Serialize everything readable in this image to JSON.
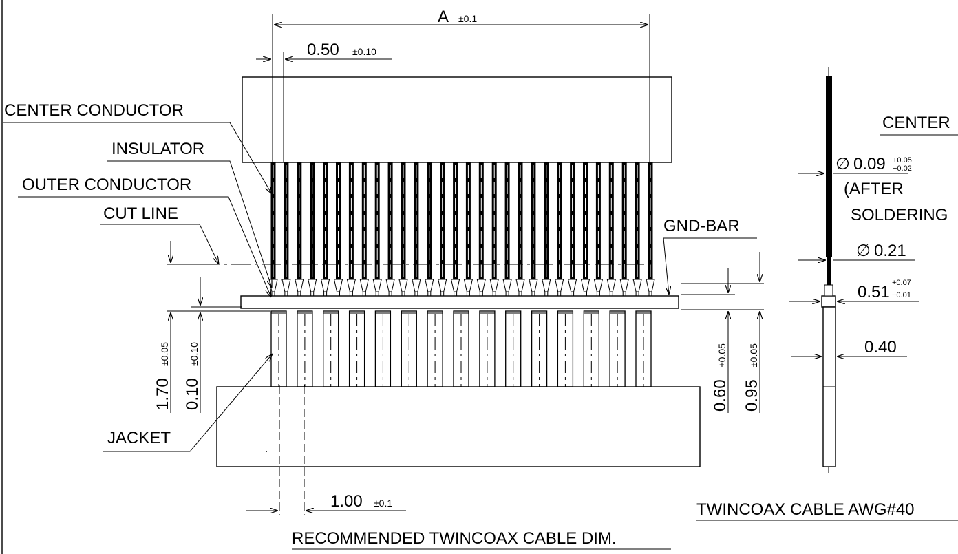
{
  "labels": {
    "center_conductor": "CENTER CONDUCTOR",
    "insulator": "INSULATOR",
    "outer_conductor": "OUTER CONDUCTOR",
    "cut_line": "CUT LINE",
    "jacket": "JACKET",
    "gnd_bar": "GND-BAR",
    "center_right": "CENTER",
    "after": "(AFTER",
    "soldering": "SOLDERING"
  },
  "dims": {
    "a_label": "A",
    "a_tol": "±0.1",
    "pitch_050": "0.50",
    "pitch_050_tol": "±0.10",
    "pitch_100": "1.00",
    "pitch_100_tol": "±0.1",
    "dim_170": "1.70",
    "dim_170_tol": "±0.05",
    "dim_010": "0.10",
    "dim_010_tol": "±0.10",
    "dim_060": "0.60",
    "dim_060_tol": "±0.05",
    "dim_095": "0.95",
    "dim_095_tol": "±0.05",
    "dia_009_sym": "∅",
    "dia_009": "0.09",
    "dia_009_tol_up": "+0.05",
    "dia_009_tol_dn": "−0.02",
    "dia_021_sym": "∅",
    "dia_021": "0.21",
    "dim_051": "0.51",
    "dim_051_tol_up": "+0.07",
    "dim_051_tol_dn": "−0.01",
    "dim_040": "0.40"
  },
  "titles": {
    "left": "RECOMMENDED TWINCOAX CABLE DIM.",
    "right": "TWINCOAX CABLE AWG#40"
  }
}
